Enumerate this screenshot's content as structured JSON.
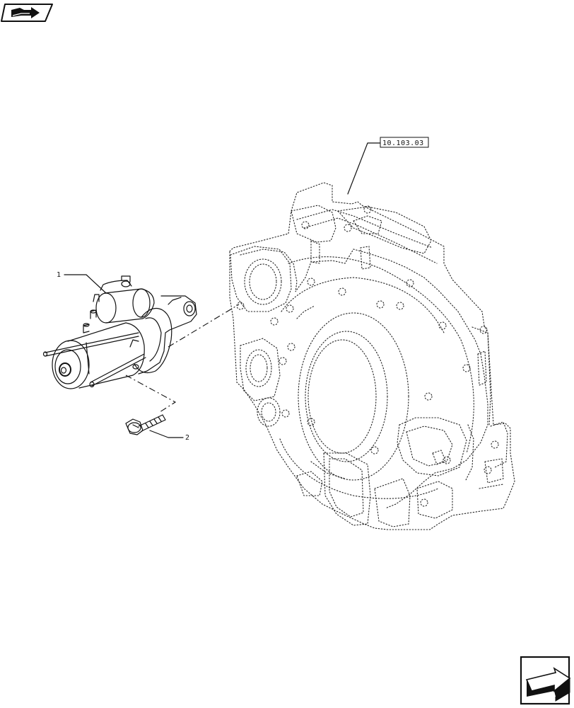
{
  "drawing": {
    "reference_tag": "10.103.03",
    "callouts": [
      {
        "number": "1",
        "part": "starter-motor"
      },
      {
        "number": "2",
        "part": "flange-bolt"
      }
    ]
  },
  "icons": {
    "top_left": "book-arrow-icon",
    "bottom_right": "next-page-arrow-icon"
  }
}
